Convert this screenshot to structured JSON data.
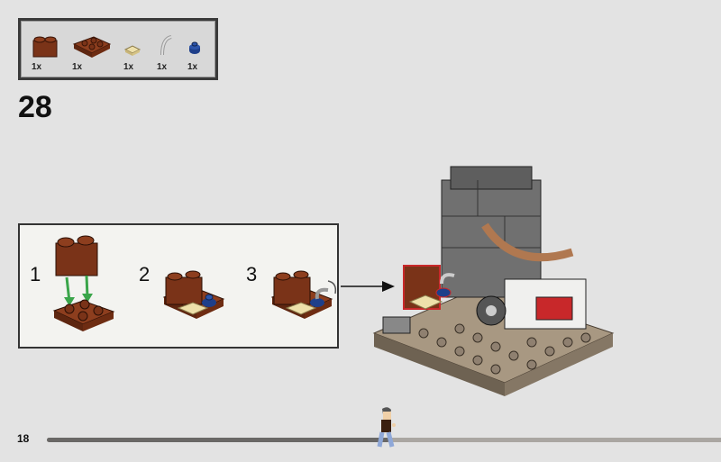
{
  "parts_list": [
    {
      "name": "brick-1x2-reddish-brown",
      "qty": "1x"
    },
    {
      "name": "plate-2x2-reddish-brown",
      "qty": "1x"
    },
    {
      "name": "tile-1x1-tan",
      "qty": "1x"
    },
    {
      "name": "bar-arch-light-grey",
      "qty": "1x"
    },
    {
      "name": "round-plate-1x1-dark-blue",
      "qty": "1x"
    }
  ],
  "step_number": "28",
  "substeps": [
    "1",
    "2",
    "3"
  ],
  "page_number": "18",
  "progress": 0.5,
  "colors": {
    "brown": "#7a3318",
    "tan": "#e4d39a",
    "blue": "#1e3f8a",
    "green": "#3aa54a",
    "grey": "#666",
    "base": "#a89882"
  }
}
